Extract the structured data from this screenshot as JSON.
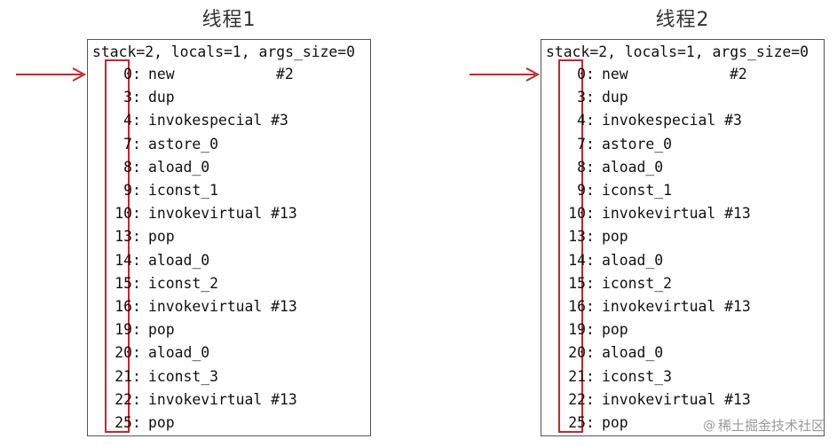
{
  "threads": [
    {
      "title": "线程1",
      "header": "stack=2, locals=1, args_size=0",
      "instructions": [
        {
          "offset": "0",
          "instr": "new",
          "operand": "#2"
        },
        {
          "offset": "3",
          "instr": "dup",
          "operand": ""
        },
        {
          "offset": "4",
          "instr": "invokespecial #3",
          "operand": ""
        },
        {
          "offset": "7",
          "instr": "astore_0",
          "operand": ""
        },
        {
          "offset": "8",
          "instr": "aload_0",
          "operand": ""
        },
        {
          "offset": "9",
          "instr": "iconst_1",
          "operand": ""
        },
        {
          "offset": "10",
          "instr": "invokevirtual #13",
          "operand": ""
        },
        {
          "offset": "13",
          "instr": "pop",
          "operand": ""
        },
        {
          "offset": "14",
          "instr": "aload_0",
          "operand": ""
        },
        {
          "offset": "15",
          "instr": "iconst_2",
          "operand": ""
        },
        {
          "offset": "16",
          "instr": "invokevirtual #13",
          "operand": ""
        },
        {
          "offset": "19",
          "instr": "pop",
          "operand": ""
        },
        {
          "offset": "20",
          "instr": "aload_0",
          "operand": ""
        },
        {
          "offset": "21",
          "instr": "iconst_3",
          "operand": ""
        },
        {
          "offset": "22",
          "instr": "invokevirtual #13",
          "operand": ""
        },
        {
          "offset": "25",
          "instr": "pop",
          "operand": ""
        }
      ]
    },
    {
      "title": "线程2",
      "header": "stack=2, locals=1, args_size=0",
      "instructions": [
        {
          "offset": "0",
          "instr": "new",
          "operand": "#2"
        },
        {
          "offset": "3",
          "instr": "dup",
          "operand": ""
        },
        {
          "offset": "4",
          "instr": "invokespecial #3",
          "operand": ""
        },
        {
          "offset": "7",
          "instr": "astore_0",
          "operand": ""
        },
        {
          "offset": "8",
          "instr": "aload_0",
          "operand": ""
        },
        {
          "offset": "9",
          "instr": "iconst_1",
          "operand": ""
        },
        {
          "offset": "10",
          "instr": "invokevirtual #13",
          "operand": ""
        },
        {
          "offset": "13",
          "instr": "pop",
          "operand": ""
        },
        {
          "offset": "14",
          "instr": "aload_0",
          "operand": ""
        },
        {
          "offset": "15",
          "instr": "iconst_2",
          "operand": ""
        },
        {
          "offset": "16",
          "instr": "invokevirtual #13",
          "operand": ""
        },
        {
          "offset": "19",
          "instr": "pop",
          "operand": ""
        },
        {
          "offset": "20",
          "instr": "aload_0",
          "operand": ""
        },
        {
          "offset": "21",
          "instr": "iconst_3",
          "operand": ""
        },
        {
          "offset": "22",
          "instr": "invokevirtual #13",
          "operand": ""
        },
        {
          "offset": "25",
          "instr": "pop",
          "operand": ""
        }
      ]
    }
  ],
  "pointer": {
    "target_offset": "0",
    "icon": "arrow-right-icon",
    "color": "#c8252c"
  },
  "highlight": {
    "color": "#c8252c"
  },
  "watermark": {
    "text": "稀土掘金技术社区",
    "icon": "at-icon"
  }
}
